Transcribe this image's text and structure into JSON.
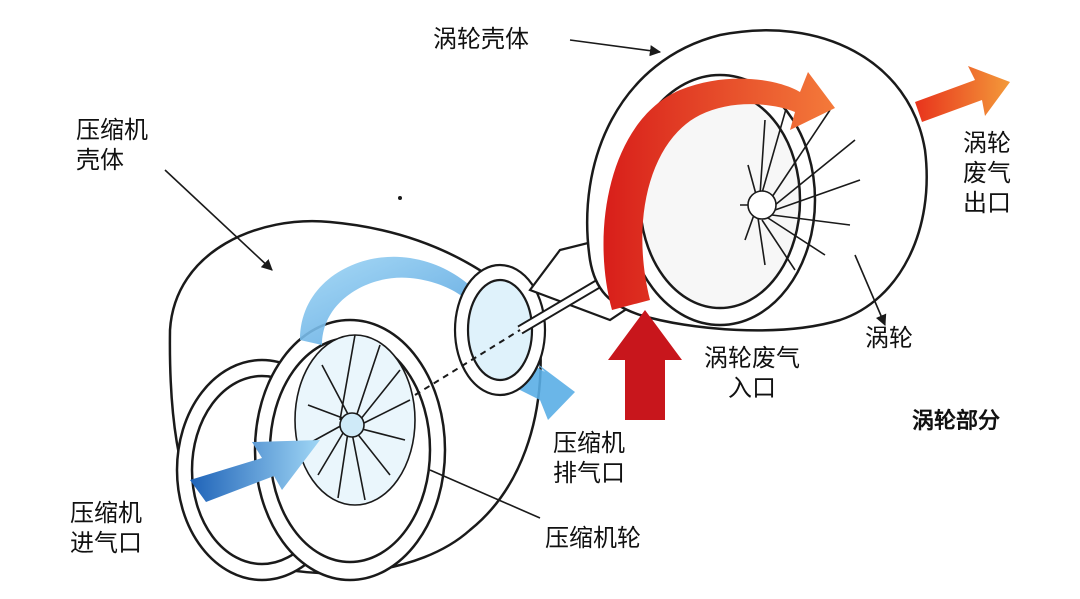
{
  "labels": {
    "turbine_housing": "涡轮壳体",
    "compressor_housing": "压缩机\n壳体",
    "turbine_exhaust_outlet": "涡轮\n废气\n出口",
    "turbine_wheel": "涡轮",
    "turbine_exhaust_inlet": "涡轮废气\n入口",
    "turbine_section": "涡轮部分",
    "compressor_discharge": "压缩机\n排气口",
    "compressor_wheel": "压缩机轮",
    "compressor_inlet": "压缩机\n进气口"
  },
  "colors": {
    "hot_flow": "#e8261f",
    "hot_flow_light": "#f47a3a",
    "cold_flow": "#2d7fd0",
    "cold_flow_light": "#7ec4ee",
    "line": "#1a1a1a",
    "background": "#ffffff"
  }
}
